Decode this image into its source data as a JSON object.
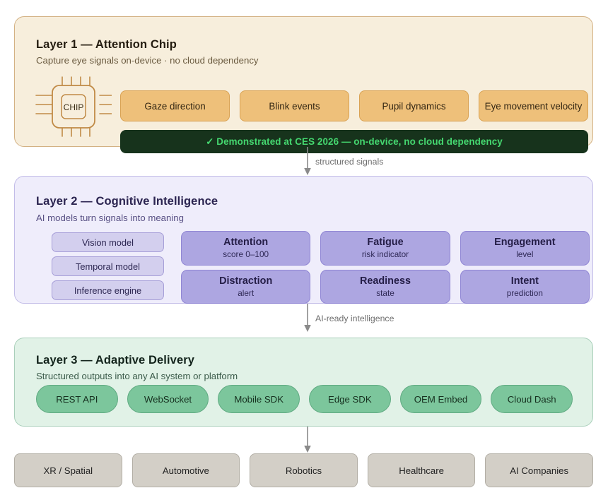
{
  "diagram": {
    "title": "Three-layer attention-sensing platform architecture",
    "accent_colors": {
      "layer1_bg": "#f7eedc",
      "layer1_border": "#d3b183",
      "layer1_pill": "#eec07a",
      "layer1_banner_bg": "#17331c",
      "layer1_banner_text": "#45d870",
      "layer2_bg": "#efedfb",
      "layer2_border": "#c2bce8",
      "layer2_pill": "#d3cfee",
      "layer2_card": "#ada6e1",
      "layer3_bg": "#e1f2e7",
      "layer3_border": "#a9cfba",
      "layer3_pill": "#7cc69c",
      "consumer_pill": "#d3cfc7",
      "connector": "#8a8a8a"
    }
  },
  "layer1": {
    "title": "Layer 1 — Attention Chip",
    "subtitle": "Capture eye signals on-device · no cloud dependency",
    "chip_label": "CHIP",
    "signals": [
      {
        "label": "Gaze direction"
      },
      {
        "label": "Blink events"
      },
      {
        "label": "Pupil dynamics"
      },
      {
        "label": "Eye movement velocity"
      }
    ],
    "banner": "✓ Demonstrated at CES 2026 — on-device, no cloud dependency"
  },
  "connector1": {
    "label": "structured signals"
  },
  "layer2": {
    "title": "Layer 2 — Cognitive Intelligence",
    "subtitle": "AI models turn signals into meaning",
    "models": [
      {
        "label": "Vision model"
      },
      {
        "label": "Temporal model"
      },
      {
        "label": "Inference engine"
      }
    ],
    "outputs": [
      {
        "name": "Attention",
        "desc": "score 0–100"
      },
      {
        "name": "Fatigue",
        "desc": "risk indicator"
      },
      {
        "name": "Engagement",
        "desc": "level"
      },
      {
        "name": "Distraction",
        "desc": "alert"
      },
      {
        "name": "Readiness",
        "desc": "state"
      },
      {
        "name": "Intent",
        "desc": "prediction"
      }
    ]
  },
  "connector2": {
    "label": "AI-ready intelligence"
  },
  "layer3": {
    "title": "Layer 3 — Adaptive Delivery",
    "subtitle": "Structured outputs into any AI system or platform",
    "channels": [
      {
        "label": "REST API"
      },
      {
        "label": "WebSocket"
      },
      {
        "label": "Mobile SDK"
      },
      {
        "label": "Edge SDK"
      },
      {
        "label": "OEM Embed"
      },
      {
        "label": "Cloud Dash"
      }
    ]
  },
  "connector3": {
    "label": ""
  },
  "consumers": [
    {
      "label": "XR / Spatial"
    },
    {
      "label": "Automotive"
    },
    {
      "label": "Robotics"
    },
    {
      "label": "Healthcare"
    },
    {
      "label": "AI Companies"
    }
  ]
}
